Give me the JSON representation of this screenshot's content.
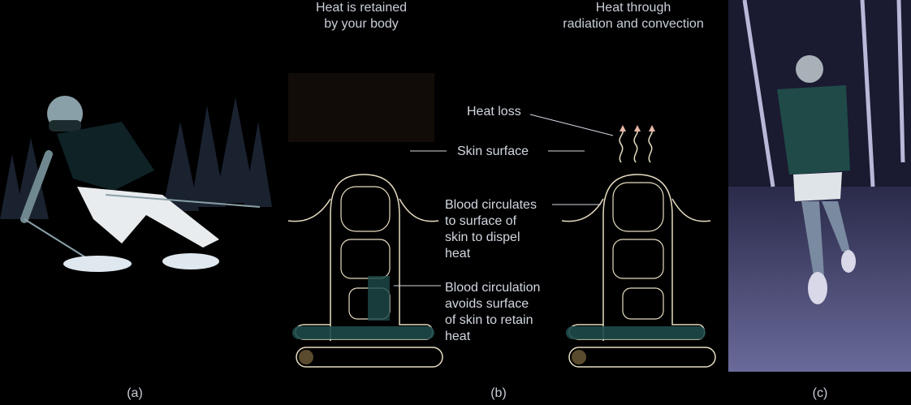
{
  "captions": {
    "a": "(a)",
    "b": "(b)",
    "c": "(c)"
  },
  "diagram": {
    "title_left_line1": "Heat is retained",
    "title_left_line2": "by your body",
    "title_right_line1": "Heat through",
    "title_right_line2": "radiation and convection",
    "heat_loss": "Heat loss",
    "skin_surface": "Skin surface",
    "label_dispel_1": "Blood circulates",
    "label_dispel_2": "to surface of",
    "label_dispel_3": "skin to dispel",
    "label_dispel_4": "heat",
    "label_retain_1": "Blood circulation",
    "label_retain_2": "avoids surface",
    "label_retain_3": "of skin to retain",
    "label_retain_4": "heat"
  },
  "photos": {
    "a_subject": "skier-in-snowy-forest",
    "c_subject": "runner-on-forest-trail"
  },
  "colors": {
    "background": "#000000",
    "vessel_outline": "#e6dcc0",
    "vessel_fill": "#1e4a4a",
    "text": "#d2d7e0"
  }
}
